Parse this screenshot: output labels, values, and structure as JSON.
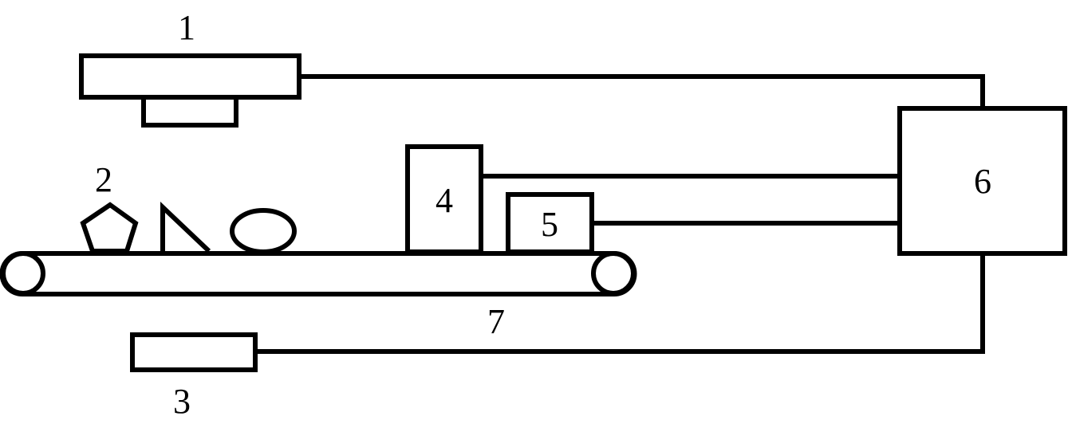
{
  "diagram": {
    "title": "",
    "colors": {
      "line": "#000000",
      "background": "#ffffff"
    },
    "labels": {
      "camera_top": "1",
      "objects": "2",
      "sensor_bottom": "3",
      "sensor_4": "4",
      "sensor_5": "5",
      "controller": "6",
      "conveyor": "7"
    },
    "components": [
      {
        "id": "1",
        "description": "top unit with lens block, connected to 6"
      },
      {
        "id": "2",
        "description": "objects on conveyor: pentagon, right triangle, ellipse"
      },
      {
        "id": "3",
        "description": "bottom unit below conveyor, connected to 6"
      },
      {
        "id": "4",
        "description": "tall box on conveyor, connected to 6"
      },
      {
        "id": "5",
        "description": "short box on conveyor, connected to 6"
      },
      {
        "id": "6",
        "description": "central box receiving all connections"
      },
      {
        "id": "7",
        "description": "conveyor belt with two rollers"
      }
    ]
  }
}
